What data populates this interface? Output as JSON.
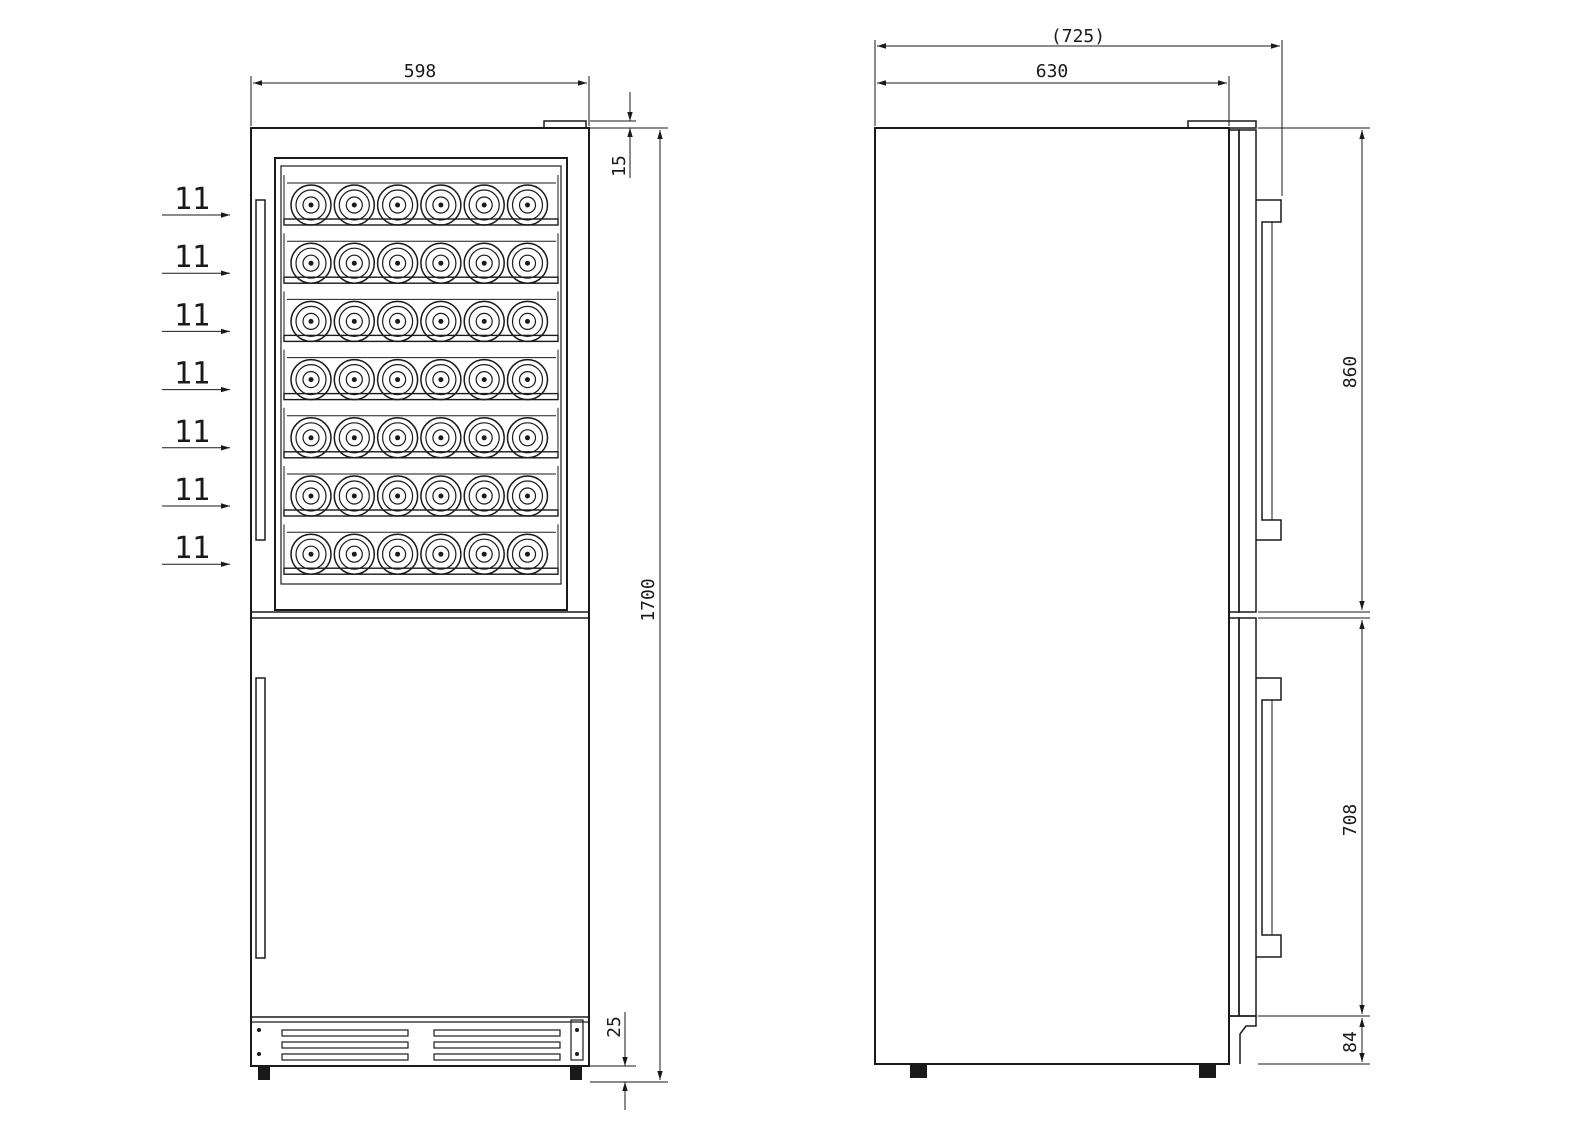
{
  "front_view": {
    "width_label": "598",
    "top_gap_label": "15",
    "height_label": "1700",
    "bottom_gap_label": "25",
    "shelf_spacing_labels": [
      "11",
      "11",
      "11",
      "11",
      "11",
      "11",
      "11"
    ],
    "bottles_per_shelf": 6
  },
  "side_view": {
    "overall_depth_label": "(725)",
    "cabinet_depth_label": "630",
    "upper_door_height_label": "860",
    "lower_door_height_label": "708",
    "plinth_height_label": "84"
  },
  "colors": {
    "line": "#1a1a1a",
    "background": "#ffffff"
  }
}
